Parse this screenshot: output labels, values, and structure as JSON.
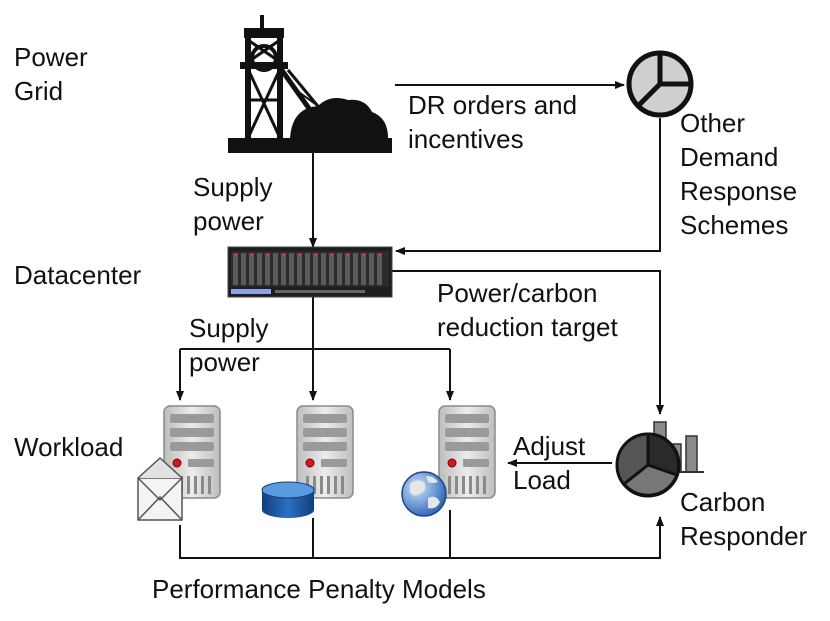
{
  "labels": {
    "power_grid": [
      "Power",
      "Grid"
    ],
    "dr_orders": [
      "DR orders and",
      "incentives"
    ],
    "other_dr": [
      "Other",
      "Demand",
      "Response",
      "Schemes"
    ],
    "supply_power_top": [
      "Supply",
      "power"
    ],
    "datacenter": "Datacenter",
    "reduction_target": [
      "Power/carbon",
      "reduction target"
    ],
    "supply_power_mid": [
      "Supply",
      "power"
    ],
    "workload": "Workload",
    "adjust_load": [
      "Adjust",
      "Load"
    ],
    "carbon_responder": [
      "Carbon",
      "Responder"
    ],
    "performance_models": "Performance Penalty Models"
  },
  "icons": [
    "power-plant-icon",
    "pie-chart-icon",
    "server-rack-icon",
    "server-icon",
    "email-icon",
    "database-icon",
    "globe-icon",
    "carbon-responder-icon"
  ],
  "colors": {
    "line": "#111111",
    "server_light": "#d8d8d8",
    "server_dark": "#9a9a9a",
    "led_red": "#d11a1a",
    "database_blue": "#1f5fb0",
    "globe_blue": "#3a78c8"
  }
}
